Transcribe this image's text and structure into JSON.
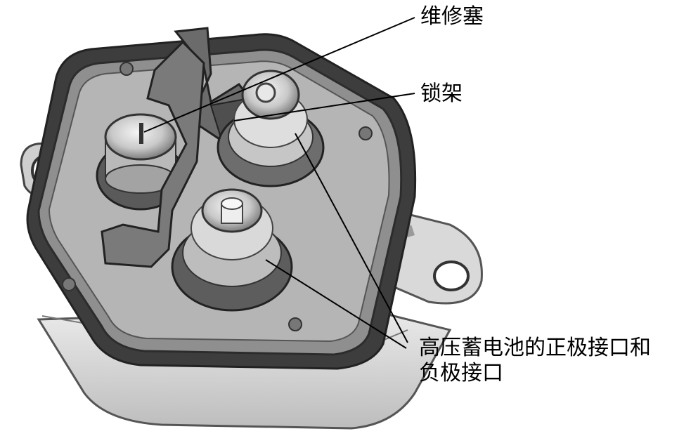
{
  "labels": {
    "service_plug": "维修塞",
    "lock_frame": "锁架",
    "ports_line1": "高压蓄电池的正极接口和",
    "ports_line2": "负极接口"
  },
  "colors": {
    "background": "#ffffff",
    "housing_dark": "#4a4a4a",
    "housing_mid": "#8c8c8c",
    "housing_light": "#d6d6d6",
    "leader_line": "#000000"
  }
}
